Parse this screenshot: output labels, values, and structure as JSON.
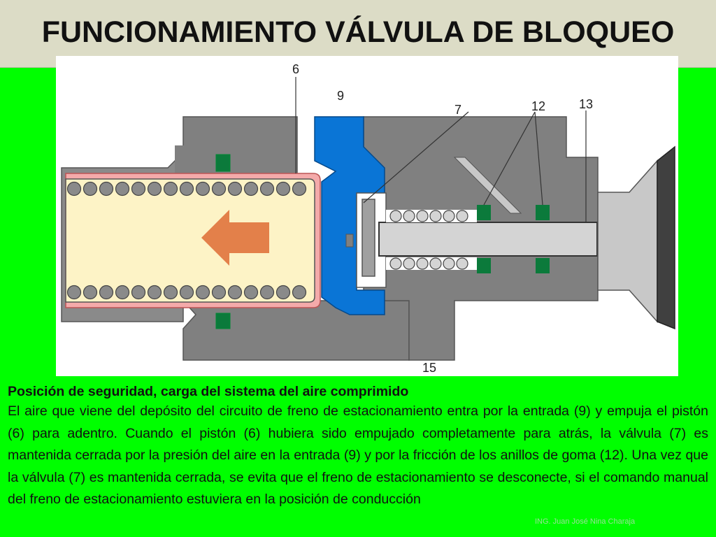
{
  "title": "FUNCIONAMIENTO VÁLVULA DE BLOQUEO",
  "diagram": {
    "labels": [
      "6",
      "9",
      "7",
      "12",
      "13",
      "15"
    ],
    "colors": {
      "housing": "#7f7f7f",
      "air_chamber": "#0a75d6",
      "piston": "#fdf3c6",
      "seal": "#f4aaaa",
      "ring": "#0b7a3b",
      "arrow": "#e3804a",
      "spring_coil": "#d4d4d4"
    }
  },
  "caption": {
    "heading": "Posición de seguridad, carga del sistema del aire comprimido",
    "body": "El aire que viene del depósito del circuito de freno de estacionamiento entra por la entrada (9) y empuja el pistón (6) para adentro. Cuando el pistón (6) hubiera sido empujado completamente para atrás, la válvula (7) es mantenida cerrada por la presión del aire en la entrada (9) y por la fricción de los anillos de goma (12). Una vez que la válvula (7) es mantenida cerrada, se evita que el freno de estacionamiento se desconecte, si el comando manual del freno de estacionamiento estuviera en la posición de conducción"
  },
  "credit": "ING. Juan José Nina Charaja"
}
